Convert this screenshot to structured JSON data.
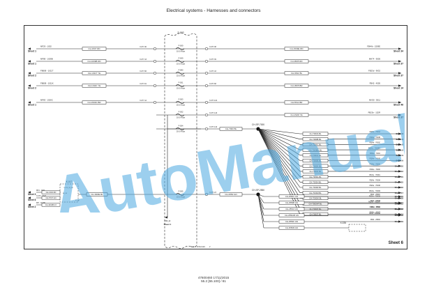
{
  "header": {
    "title": "Electrical systems - Harnesses and connectors"
  },
  "watermark": "AutoManual",
  "fuse_block": {
    "label": "Z-002"
  },
  "left_rows": [
    {
      "sheet": "Sheet 1",
      "ref": "MF29 - 1002",
      "wire": "CH-1507 RD",
      "pin": "X-077-40"
    },
    {
      "sheet": "Sheet 1",
      "ref": "MF88 - 1009B",
      "wire": "CH-1009B RD",
      "pin": "X-077-13"
    },
    {
      "sheet": "Sheet 2",
      "ref": "FB608 - 1011T",
      "wire": "CH-1011T YE",
      "pin": "X-077-66"
    },
    {
      "sheet": "Sheet 2",
      "ref": "FB608 - 1011K",
      "wire": "CH-1011K YE",
      "pin": "X-077-01"
    },
    {
      "sheet": "Sheet 1",
      "ref": "MF83 - 1500C",
      "wire": "CH-1500C BR",
      "pin": "X-077-14"
    }
  ],
  "fuses": [
    {
      "id": "F-009",
      "rating": "10.0 Amps"
    },
    {
      "id": "F-009",
      "rating": "10.0 Amps"
    },
    {
      "id": "F-080",
      "rating": "15.0 Amps"
    },
    {
      "id": "F-051",
      "rating": "15.0 Amps"
    },
    {
      "id": "F-053",
      "rating": "25.0 Amps"
    },
    {
      "id": "F-052",
      "rating": "10.0 Amps"
    },
    {
      "id": "F-054",
      "rating": "20.0 Amps"
    }
  ],
  "right_rows": [
    {
      "wire": "CH-1509E RD",
      "pin": "X-077-38",
      "ref": "FB44b - 1509E",
      "sheet": "Sheet 34"
    },
    {
      "wire": "CH-9505 RD",
      "pin": "X-077-39",
      "ref": "MH74 - 9505",
      "sheet": "Sheet 37"
    },
    {
      "wire": "CH-9632 BL",
      "pin": "X-077-43",
      "ref": "FB23d - 9632",
      "sheet": "Sheet 37"
    },
    {
      "wire": "CH-4505 BR",
      "pin": "X-077-68",
      "ref": "FB42 - 4505",
      "sheet": "Sheet 14"
    },
    {
      "wire": "CH-5511 BR",
      "pin": "X-077-104",
      "ref": "MH30 - 5511",
      "sheet": "Sheet 46"
    },
    {
      "wire": "CH-152R YE",
      "pin": "X-077-143",
      "ref": "FB23e - 152R",
      "sheet": "Sheet 37"
    }
  ],
  "splice1": {
    "label": "CH-SP-7000",
    "feed": "CH-7000 BL",
    "pin": "X-077-142",
    "fuse": {
      "id": "F-063",
      "rating": "10.0 Amps"
    },
    "branches": [
      {
        "wire": "CH-7000A BL",
        "ref": "FB23e - 7000A",
        "sheet": "Sheet 8"
      },
      {
        "wire": "CH-7000B BL",
        "ref": "FB24e - 7000B",
        "sheet": "Sheet 8"
      },
      {
        "wire": "CH-7000C BL",
        "ref": "FB24e - 7000C",
        "sheet": "Sheet 8"
      },
      {
        "wire": "CH-7000BH BL",
        "ref": "FB24e - 7000BH",
        "sheet": "Sheet 9"
      },
      {
        "wire": "CH-7000J BL",
        "ref": "FB24e - 7000J",
        "sheet": "Sheet 9"
      },
      {
        "wire": "CH-7000E BL",
        "ref": "FB24e - 7000E",
        "sheet": "Sheet 9"
      },
      {
        "wire": "CH-7000K BL",
        "ref": "FB24e - 7000K",
        "sheet": "Sheet 10"
      },
      {
        "wire": "CH-7000F BL",
        "ref": "FB24e - 7000F",
        "sheet": "Sheet 12"
      },
      {
        "wire": "CH-7000G BL",
        "ref": "FB24e - 7000G",
        "sheet": "Sheet 15"
      },
      {
        "wire": "CH-7000H BL",
        "ref": "FB24e - 7000H",
        "sheet": "Sheet 15"
      },
      {
        "wire": "CH-7000R BL",
        "ref": "FB24e - 7000R",
        "sheet": "Sheet 16"
      },
      {
        "wire": "CH-7000M BL",
        "ref": "FB24e - 7000M",
        "sheet": "Sheet 17"
      },
      {
        "wire": "CH-7000W BL",
        "ref": "FB24e - 7000W",
        "sheet": "Sheet 18"
      },
      {
        "wire": "CH-7000AF BL",
        "ref": "FB24e - 7000AF",
        "sheet": "Sheet 22"
      },
      {
        "wire": "CH-7000F BL",
        "ref": "FB24e - 7000F",
        "sheet": "Sheet 13"
      },
      {
        "wire": "CH-7000T BL",
        "ref": "FB24e - 7000T",
        "sheet": "Sheet 14"
      }
    ]
  },
  "splice2": {
    "label": "CH-SP-2550",
    "feed": "CH-2550 GN",
    "pin": "X-077-23",
    "fuse": {
      "id": "F-055",
      "rating": "10.0 Amps"
    },
    "branches": [
      {
        "wire": "CH-2550C GN",
        "ref": "FB44 - 2550C",
        "sheet": "Sheet 16"
      },
      {
        "wire": "CH-2550B GN",
        "ref": "FB44 - 2550B",
        "sheet": "Sheet 17"
      },
      {
        "wire": "CH-2550J GN",
        "ref": "FB44 - 2550J",
        "sheet": "Sheet 18"
      },
      {
        "wire": "CH-2550AB GN",
        "ref": "FB44 - 2550AB",
        "sheet": "Sheet 18"
      },
      {
        "wire": "CH-2550K GN",
        "ref": "FB44 - 2550K",
        "sheet": "Sheet 19"
      },
      {
        "wire": "CH-2550M GN",
        "ref": "",
        "sheet": ""
      }
    ]
  },
  "x026": {
    "label": "X-026"
  },
  "relay": {
    "label": "K-017",
    "in_rows": [
      {
        "sheet": "Sheet 3",
        "ref": "MF1 - 1002",
        "wire": "CH-1602 RD"
      },
      {
        "sheet": "Sheet 6",
        "ref": "X-070 - 574T",
        "wire": "CH-574T GN"
      },
      {
        "sheet": "Sheet 2",
        "ref": "MH - 1013B",
        "wire": "CH-1013B GY"
      }
    ],
    "pins": [
      "X-074_85_86",
      "86_85",
      "87_87",
      "30_30",
      "87_87"
    ],
    "out_wire": "CH-1600E BL",
    "ground_ref": "FM6_02",
    "ground_sheet": "Sheet 1"
  },
  "sheet_label": "Sheet 6",
  "frame_note": "End of Schematic",
  "frame_page": "2",
  "footer": {
    "line1": "47600460 17/11/2015",
    "line2": "55.2 [55.100] / 81"
  }
}
